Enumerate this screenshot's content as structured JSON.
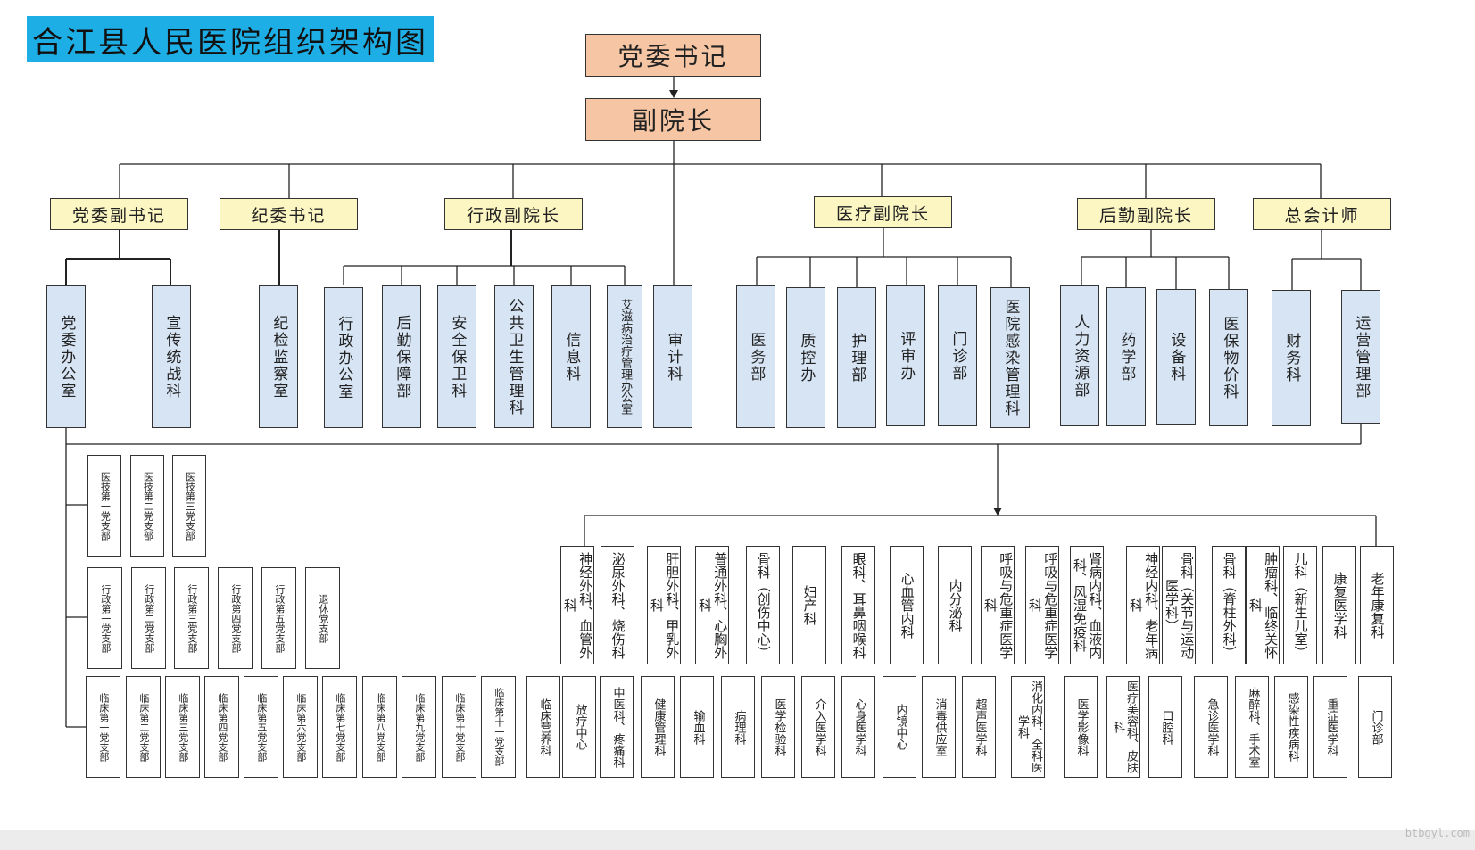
{
  "title": "合江县人民医院组织架构图",
  "top": [
    "党委书记",
    "副院长"
  ],
  "level1": [
    "党委副书记",
    "纪委书记",
    "行政副院长",
    "医疗副院长",
    "后勤副院长",
    "总会计师"
  ],
  "departments": {
    "party_vice": [
      "党委办公室",
      "宣传统战科"
    ],
    "discipline": [
      "纪检监察室"
    ],
    "admin": [
      "行政办公室",
      "后勤保障部",
      "安全保卫科",
      "公共卫生管理科",
      "信息科",
      "艾滋病治疗管理办公室"
    ],
    "audit": "审计科",
    "medical": [
      "医务部",
      "质控办",
      "护理部",
      "评审办",
      "门诊部",
      "医院感染管理科"
    ],
    "logistics": [
      "人力资源部",
      "药学部",
      "设备科",
      "医保物价科"
    ],
    "finance": [
      "财务科",
      "运营管理部"
    ]
  },
  "party_branches": {
    "row1": [
      "医技第一党支部",
      "医技第二党支部",
      "医技第三党支部"
    ],
    "row2": [
      "行政第一党支部",
      "行政第二党支部",
      "行政第三党支部",
      "行政第四党支部",
      "行政第五党支部",
      "退休党支部"
    ],
    "row3": [
      "临床第一党支部",
      "临床第二党支部",
      "临床第三党支部",
      "临床第四党支部",
      "临床第五党支部",
      "临床第六党支部",
      "临床第七党支部",
      "临床第八党支部",
      "临床第九党支部",
      "临床第十党支部",
      "临床第十一党支部"
    ]
  },
  "clinical_row1": [
    "神经外科、血管外科",
    "泌尿外科、烧伤科",
    "肝胆外科、甲乳外科",
    "普通外科、心胸外科",
    "骨科（创伤中心）",
    "妇产科",
    "眼科、耳鼻咽喉科",
    "心血管内科",
    "内分泌科",
    "呼吸与危重症医学科",
    "呼吸与危重症医学科",
    "肾病内科、血液内科、风湿免疫科",
    "神经内科、老年病科",
    "骨科（关节与运动医学科）",
    "骨科（脊柱外科）",
    "肿瘤科、临终关怀科",
    "儿科（新生儿室）",
    "康复医学科",
    "老年康复科"
  ],
  "clinical_row2": [
    "临床营养科",
    "放疗中心",
    "中医科、疼痛科",
    "健康管理科",
    "输血科",
    "病理科",
    "医学检验科",
    "介入医学科",
    "心身医学科",
    "内镜中心",
    "消毒供应室",
    "超声医学科",
    "消化内科、全科医学科",
    "医学影像科",
    "医疗美容科、皮肤科",
    "口腔科",
    "急诊医学科",
    "麻醉科、手术室",
    "感染性疾病科",
    "重症医学科",
    "门诊部"
  ],
  "watermark": "btbgyl.com"
}
